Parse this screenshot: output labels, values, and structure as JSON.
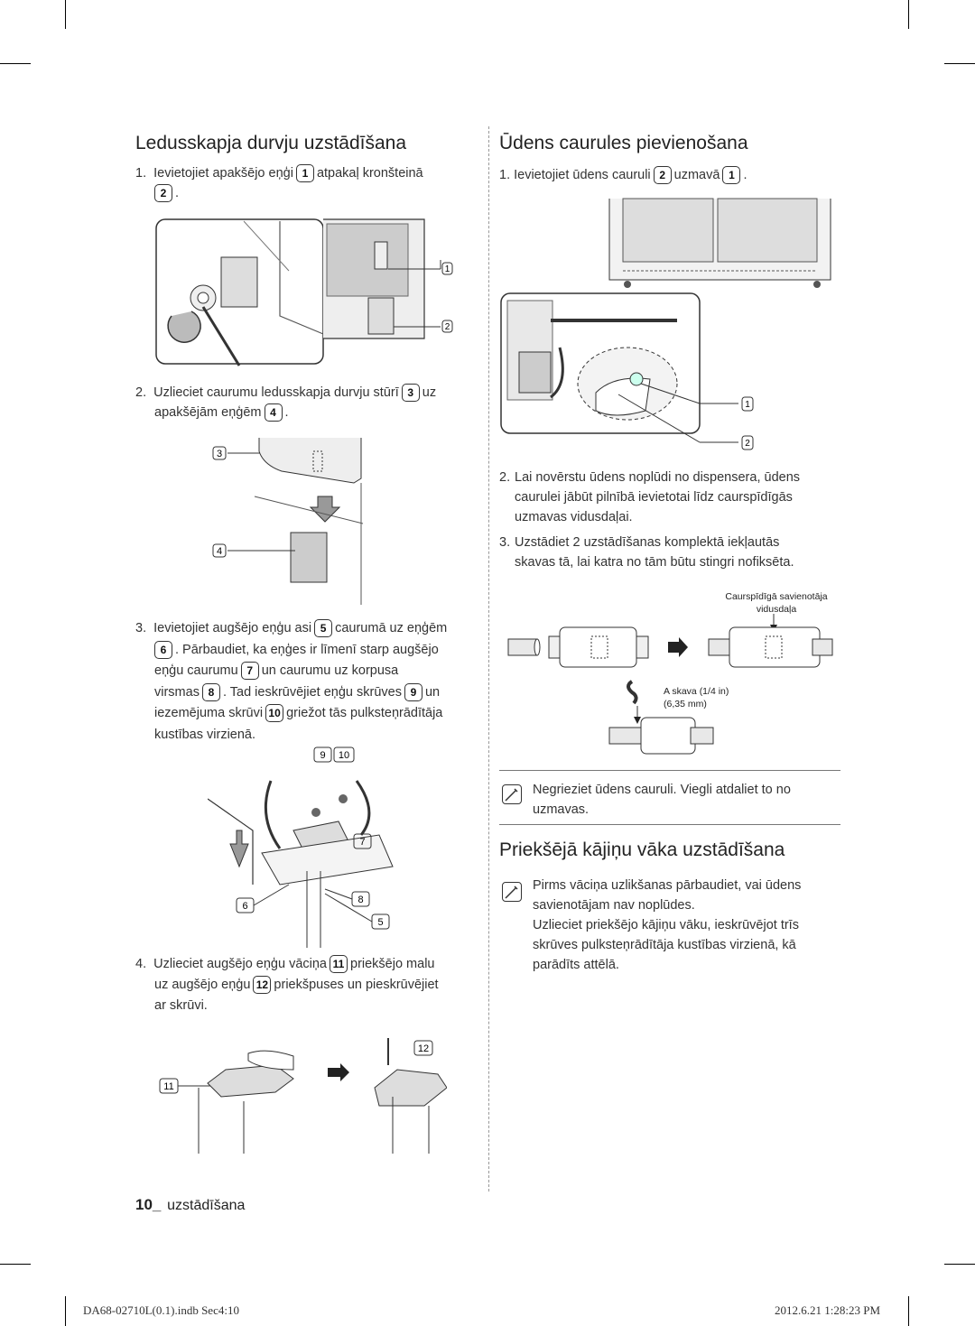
{
  "left": {
    "heading": "Ledusskapja durvju uzstādīšana",
    "steps": [
      {
        "num": "1.",
        "text_a": "Ievietojiet apakšējo eņģi",
        "badge_a": "1",
        "text_b": "atpakaļ kronšteinā",
        "badge_b": "2",
        "text_c": "."
      },
      {
        "num": "2.",
        "text_a": "Uzlieciet caurumu ledusskapja durvju stūrī",
        "badge_a": "3",
        "text_b": "uz",
        "text_b2": "apakšējām eņģēm",
        "badge_b": "4",
        "text_c": "."
      },
      {
        "num": "3.",
        "line1_a": "Ievietojiet augšējo eņģu asi",
        "b5": "5",
        "line1_b": "caurumā uz eņģēm",
        "b6": "6",
        "line2": ". Pārbaudiet, ka eņģes ir līmenī starp augšējo",
        "line3_a": "eņģu caurumu",
        "b7": "7",
        "line3_b": "un caurumu uz korpusa",
        "line4_a": "virsmas",
        "b8": "8",
        "line4_b": ". Tad ieskrūvējiet eņģu skrūves",
        "b9": "9",
        "line4_c": "un",
        "line5_a": "iezemējuma skrūvi",
        "b10": "10",
        "line5_b": "griežot tās pulksteņrādītāja",
        "line6": "kustības virzienā."
      },
      {
        "num": "4.",
        "line1_a": "Uzlieciet augšējo eņģu vāciņa",
        "b11": "11",
        "line1_b": "priekšējo malu",
        "line2_a": "uz augšējo eņģu",
        "b12": "12",
        "line2_b": "priekšpuses un pieskrūvējiet",
        "line3": "ar skrūvi."
      }
    ],
    "figure_labels": {
      "f1_1": "1",
      "f1_2": "2",
      "f2_3": "3",
      "f2_4": "4",
      "f3_9": "9",
      "f3_10": "10",
      "f3_7": "7",
      "f3_6": "6",
      "f3_8": "8",
      "f3_5": "5",
      "f4_12": "12",
      "f4_11": "11"
    }
  },
  "right": {
    "heading": "Ūdens caurules pievienošana",
    "step1_a": "1. Ievietojiet ūdens cauruli",
    "step1_b1": "2",
    "step1_b": "uzmavā",
    "step1_b2": "1",
    "step1_c": ".",
    "fig_labels": {
      "r1": "1",
      "r2": "2"
    },
    "step2_num": "2.",
    "step2": [
      "Lai novērstu ūdens noplūdi no dispensera, ūdens",
      "caurulei jābūt pilnībā ievietotai līdz caurspīdīgās",
      "uzmavas vidusdaļai."
    ],
    "step3_num": "3.",
    "step3": [
      "Uzstādiet 2 uzstādīšanas komplektā iekļautās",
      "skavas tā, lai katra no tām būtu stingri nofiksēta."
    ],
    "diagram_label_top": [
      "Caurspīdīgā savienotāja",
      "vidusdaļa"
    ],
    "diagram_label_clip": [
      "A skava (1/4 in)",
      "(6,35 mm)"
    ],
    "note1": [
      "Negrieziet ūdens cauruli. Viegli atdaliet to no",
      "uzmavas."
    ],
    "heading2": "Priekšējā kājiņu vāka uzstādīšana",
    "note2": [
      "Pirms vāciņa uzlikšanas pārbaudiet, vai ūdens",
      "savienotājam nav noplūdes.",
      "Uzlieciet priekšējo kājiņu vāku, ieskrūvējot trīs",
      "skrūves pulksteņrādītāja kustības virzienā, kā",
      "parādīts attēlā."
    ]
  },
  "page_footer": {
    "page_num": "10_",
    "section": "uzstādīšana"
  },
  "print_footer": {
    "file": "DA68-02710L(0.1).indb   Sec4:10",
    "date": "2012.6.21   1:28:23 PM"
  }
}
